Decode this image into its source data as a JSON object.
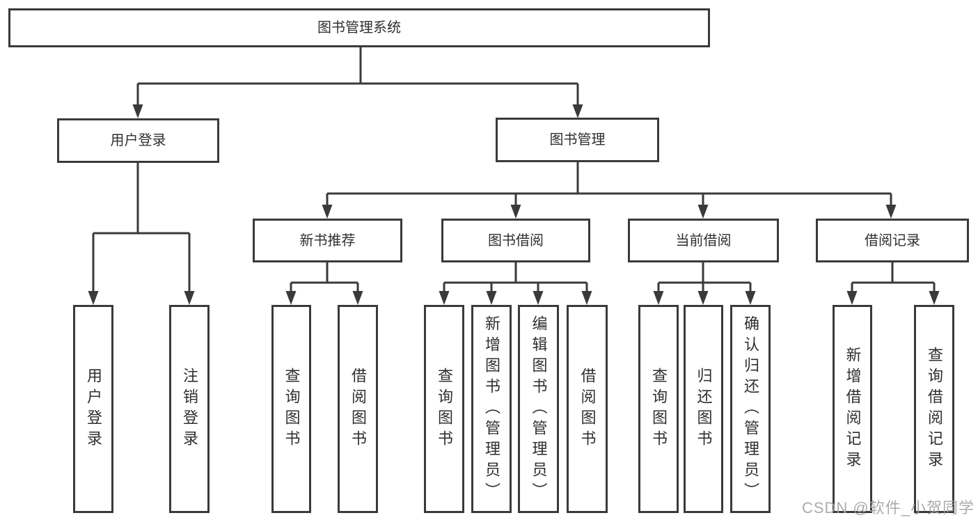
{
  "diagram_type": "hierarchy",
  "root": {
    "label": "图书管理系统"
  },
  "level2": [
    {
      "label": "用户登录",
      "parent": "图书管理系统"
    },
    {
      "label": "图书管理",
      "parent": "图书管理系统"
    }
  ],
  "level3": [
    {
      "label": "新书推荐",
      "parent": "图书管理"
    },
    {
      "label": "图书借阅",
      "parent": "图书管理"
    },
    {
      "label": "当前借阅",
      "parent": "图书管理"
    },
    {
      "label": "借阅记录",
      "parent": "图书管理"
    }
  ],
  "leaves": [
    {
      "label": "用户登录",
      "parent": "用户登录"
    },
    {
      "label": "注销登录",
      "parent": "用户登录"
    },
    {
      "label": "查询图书",
      "parent": "新书推荐"
    },
    {
      "label": "借阅图书",
      "parent": "新书推荐"
    },
    {
      "label": "查询图书",
      "parent": "图书借阅"
    },
    {
      "label": "新增图书（管理员）",
      "parent": "图书借阅"
    },
    {
      "label": "编辑图书（管理员）",
      "parent": "图书借阅"
    },
    {
      "label": "借阅图书",
      "parent": "图书借阅"
    },
    {
      "label": "查询图书",
      "parent": "当前借阅"
    },
    {
      "label": "归还图书",
      "parent": "当前借阅"
    },
    {
      "label": "确认归还（管理员）",
      "parent": "当前借阅"
    },
    {
      "label": "新增借阅记录",
      "parent": "借阅记录"
    },
    {
      "label": "查询借阅记录",
      "parent": "借阅记录"
    }
  ],
  "watermark": {
    "text": "CSDN @软件_小贺同学"
  },
  "colors": {
    "line": "#3a3a3a",
    "box_border": "#3a3a3a",
    "text": "#2f2f2f",
    "watermark": "#a4a4a4",
    "background": "#ffffff"
  }
}
